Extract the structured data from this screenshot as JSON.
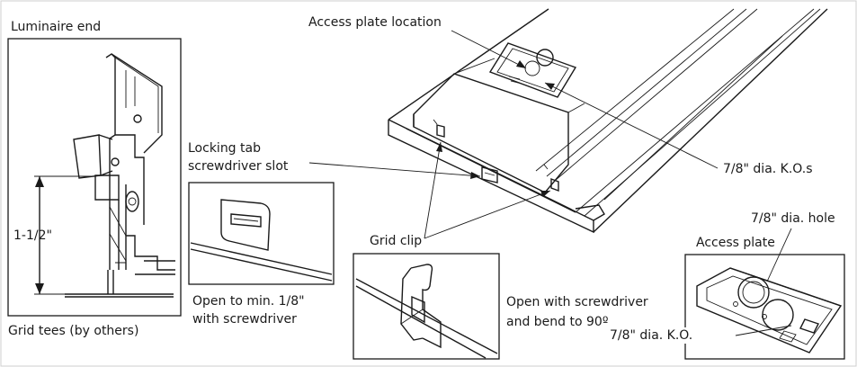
{
  "labels": {
    "luminaire_end": "Luminaire end",
    "dimension": "1-1/2\"",
    "grid_tees": "Grid tees (by others)",
    "locking_tab_line1": "Locking tab",
    "locking_tab_line2": "screwdriver slot",
    "open_min_line1": "Open to min. 1/8\"",
    "open_min_line2": "with screwdriver",
    "access_plate_location": "Access plate location",
    "ko_s": "7/8\" dia. K.O.s",
    "grid_clip": "Grid clip",
    "open_bend_line1": "Open with screwdriver",
    "open_bend_line2": "and bend to 90º",
    "access_plate": "Access plate",
    "hole": "7/8\" dia. hole",
    "ko": "7/8\" dia. K.O."
  }
}
